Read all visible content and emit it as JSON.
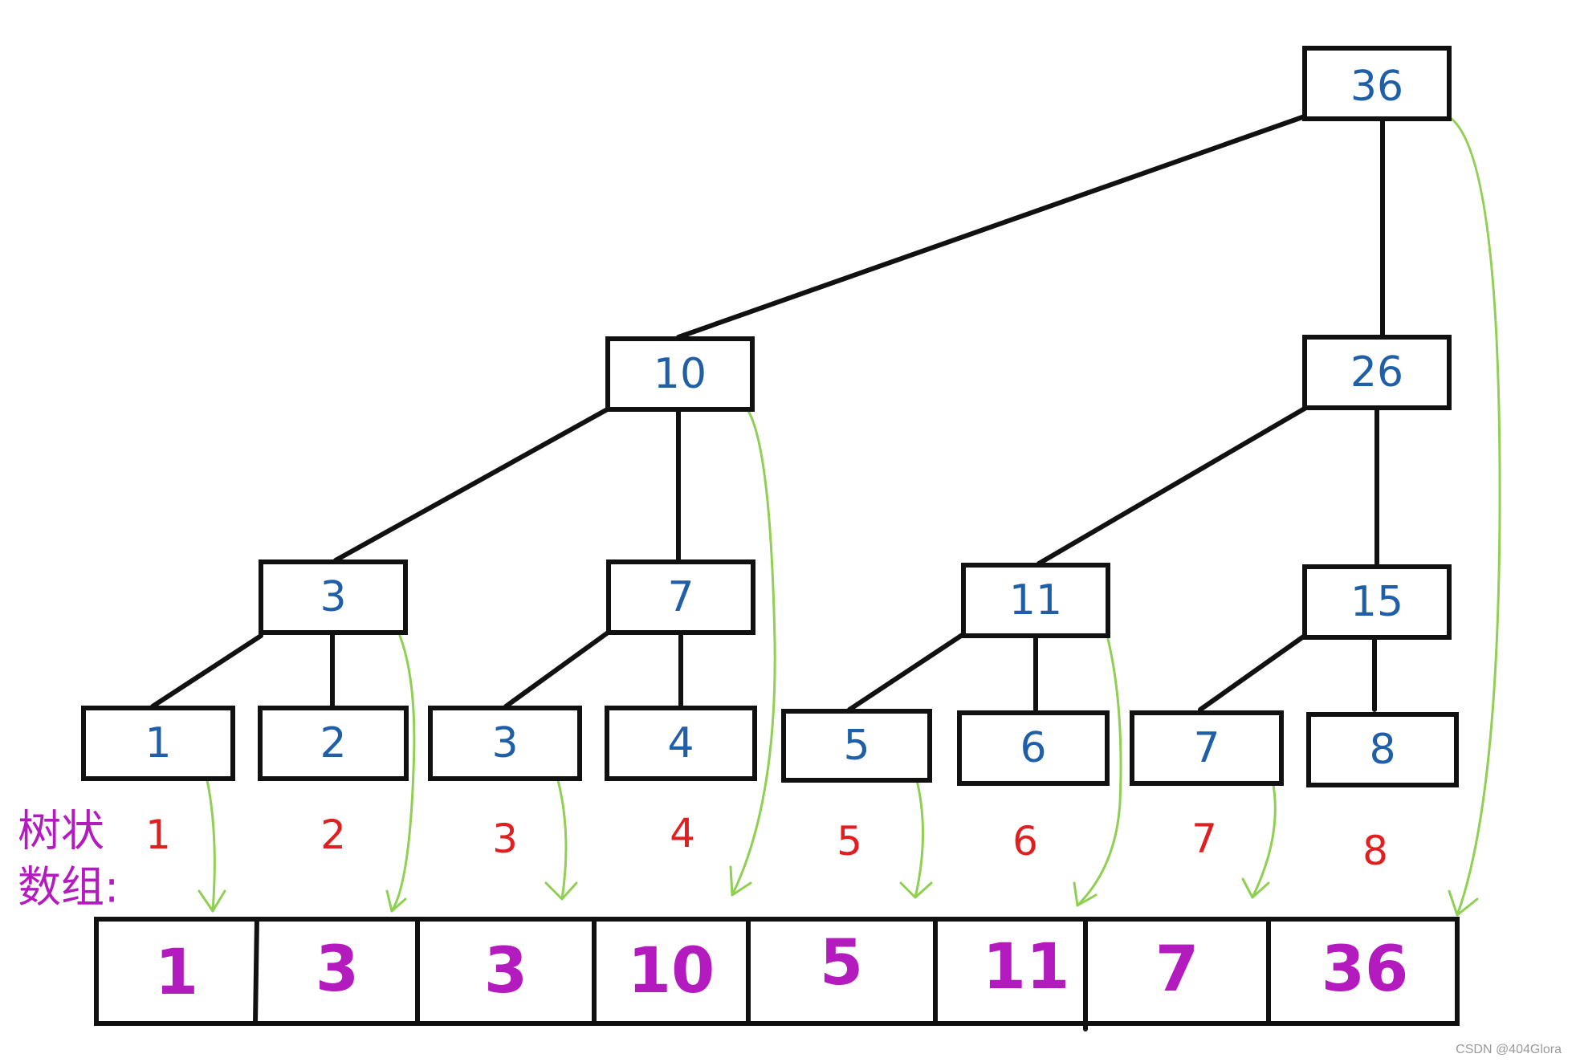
{
  "tree": {
    "root": "36",
    "level2": [
      "10",
      "26"
    ],
    "level3": [
      "3",
      "7",
      "11",
      "15"
    ],
    "leaves": [
      "1",
      "2",
      "3",
      "4",
      "5",
      "6",
      "7",
      "8"
    ]
  },
  "index_labels": [
    "1",
    "2",
    "3",
    "4",
    "5",
    "6",
    "7",
    "8"
  ],
  "array_label": [
    "树状",
    "数组:"
  ],
  "array_values": [
    "1",
    "3",
    "3",
    "10",
    "5",
    "11",
    "7",
    "36"
  ],
  "watermark": "CSDN @404Glora",
  "colors": {
    "tree_text": "#1f5fa8",
    "index_text": "#e02020",
    "array_text": "#b31bbf",
    "arrow": "#8fcf52",
    "outline": "#111111"
  }
}
